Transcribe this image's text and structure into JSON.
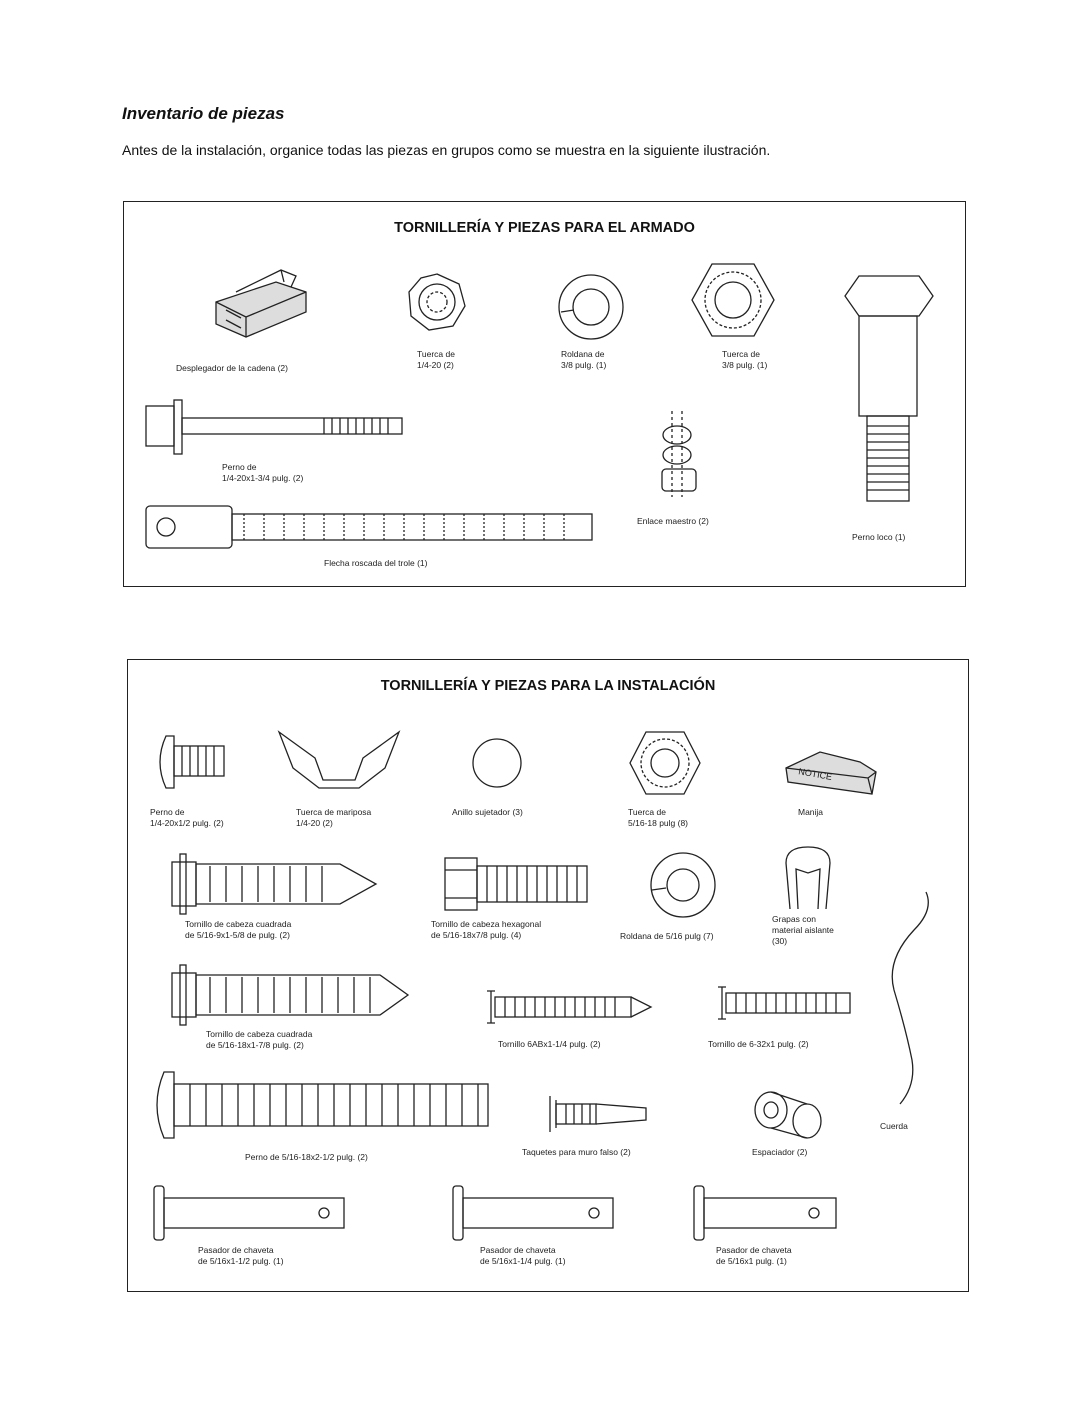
{
  "heading": "Inventario de piezas",
  "intro": "Antes de la instalación, organice todas las piezas en grupos como se muestra en la siguiente ilustración.",
  "assembly": {
    "title": "TORNILLERÍA Y PIEZAS PARA EL ARMADO",
    "labels": {
      "chain_spreader": "Desplegador de la cadena (2)",
      "nut_14": "Tuerca de\n1/4-20 (2)",
      "washer_38": "Roldana de\n3/8 pulg. (1)",
      "nut_38": "Tuerca de\n3/8 pulg. (1)",
      "bolt_14": "Perno de\n1/4-20x1-3/4 pulg. (2)",
      "master_link": "Enlace maestro (2)",
      "idler_bolt": "Perno loco (1)",
      "trolley_shaft": "Flecha roscada del trole (1)"
    }
  },
  "installation": {
    "title": "TORNILLERÍA Y PIEZAS PARA LA INSTALACIÓN",
    "labels": {
      "bolt_14_half": "Perno de\n1/4-20x1/2 pulg. (2)",
      "wing_nut": "Tuerca de mariposa\n1/4-20 (2)",
      "ring_fastener": "Anillo sujetador (3)",
      "nut_516": "Tuerca de\n5/16-18 pulg (8)",
      "handle": "Manija",
      "handle_text": "NOTICE",
      "lag_screw_158": "Tornillo de cabeza cuadrada\nde 5/16-9x1-5/8 de pulg. (2)",
      "hex_screw": "Tornillo de cabeza hexagonal\nde 5/16-18x7/8 pulg. (4)",
      "washer_516": "Roldana de 5/16 pulg (7)",
      "staples": "Grapas con\nmaterial aislante\n(30)",
      "lag_screw_178": "Tornillo de cabeza cuadrada\nde 5/16-18x1-7/8 pulg. (2)",
      "screw_6ab": "Tornillo 6ABx1-1/4 pulg. (2)",
      "screw_632": "Tornillo de 6-32x1 pulg. (2)",
      "bolt_516": "Perno de 5/16-18x2-1/2 pulg. (2)",
      "drywall_anchors": "Taquetes para muro falso (2)",
      "spacer": "Espaciador (2)",
      "rope": "Cuerda",
      "clevis_112": "Pasador de chaveta\nde 5/16x1-1/2 pulg. (1)",
      "clevis_114": "Pasador de chaveta\nde 5/16x1-1/4 pulg. (1)",
      "clevis_1": "Pasador de chaveta\nde 5/16x1 pulg. (1)"
    }
  }
}
